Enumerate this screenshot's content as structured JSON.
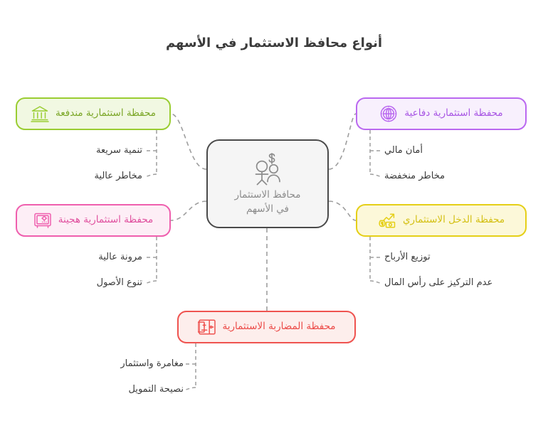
{
  "page": {
    "title": "أنواع محافظ الاستثمار في الأسهم",
    "background_color": "#ffffff"
  },
  "center": {
    "icon": "people-with-money-icon",
    "line1": "محافظ الاستثمار",
    "line2": "في الأسهم",
    "border_color": "#4a4a4a",
    "fill_color": "#f5f5f5",
    "text_color": "#8c8c8c"
  },
  "branches": [
    {
      "id": "aggressive",
      "label": "محفظة استثمارية مندفعة",
      "icon": "bank-building-icon",
      "color": "#9acd32",
      "text_color": "#7aa626",
      "fill_color": "#f1f8e2",
      "position": "left-top",
      "children": [
        {
          "label": "تنمية سريعة"
        },
        {
          "label": "مخاطر عالية"
        }
      ]
    },
    {
      "id": "hybrid",
      "label": "محفظة استثمارية هجينة",
      "icon": "safe-vault-icon",
      "color": "#ef5fae",
      "text_color": "#e0519f",
      "fill_color": "#fdeef6",
      "position": "left-bottom",
      "children": [
        {
          "label": "مرونة عالية"
        },
        {
          "label": "تنوع الأصول"
        }
      ]
    },
    {
      "id": "defensive",
      "label": "محفظة استثمارية دفاعية",
      "icon": "vault-door-icon",
      "color": "#ba68f0",
      "text_color": "#a855e4",
      "fill_color": "#f8f0fd",
      "position": "right-top",
      "children": [
        {
          "label": "أمان مالي"
        },
        {
          "label": "مخاطر منخفضة"
        }
      ]
    },
    {
      "id": "income",
      "label": "محفظة الدخل الاستثماري",
      "icon": "money-growth-icon",
      "color": "#e5cf17",
      "text_color": "#d4c014",
      "fill_color": "#fcf8d9",
      "position": "right-bottom",
      "children": [
        {
          "label": "توزيع الأرباح"
        },
        {
          "label": "عدم التركيز على رأس المال"
        }
      ]
    },
    {
      "id": "speculative",
      "label": "محفظة المضاربة الاستثمارية",
      "icon": "open-safe-icon",
      "color": "#ef5350",
      "text_color": "#ec4a47",
      "fill_color": "#fdeeec",
      "position": "bottom-center",
      "children": [
        {
          "label": "مغامرة واستثمار"
        },
        {
          "label": "نصيحة التمويل"
        }
      ]
    }
  ],
  "connectors": {
    "style": "dashed",
    "color": "#9e9e9e"
  }
}
